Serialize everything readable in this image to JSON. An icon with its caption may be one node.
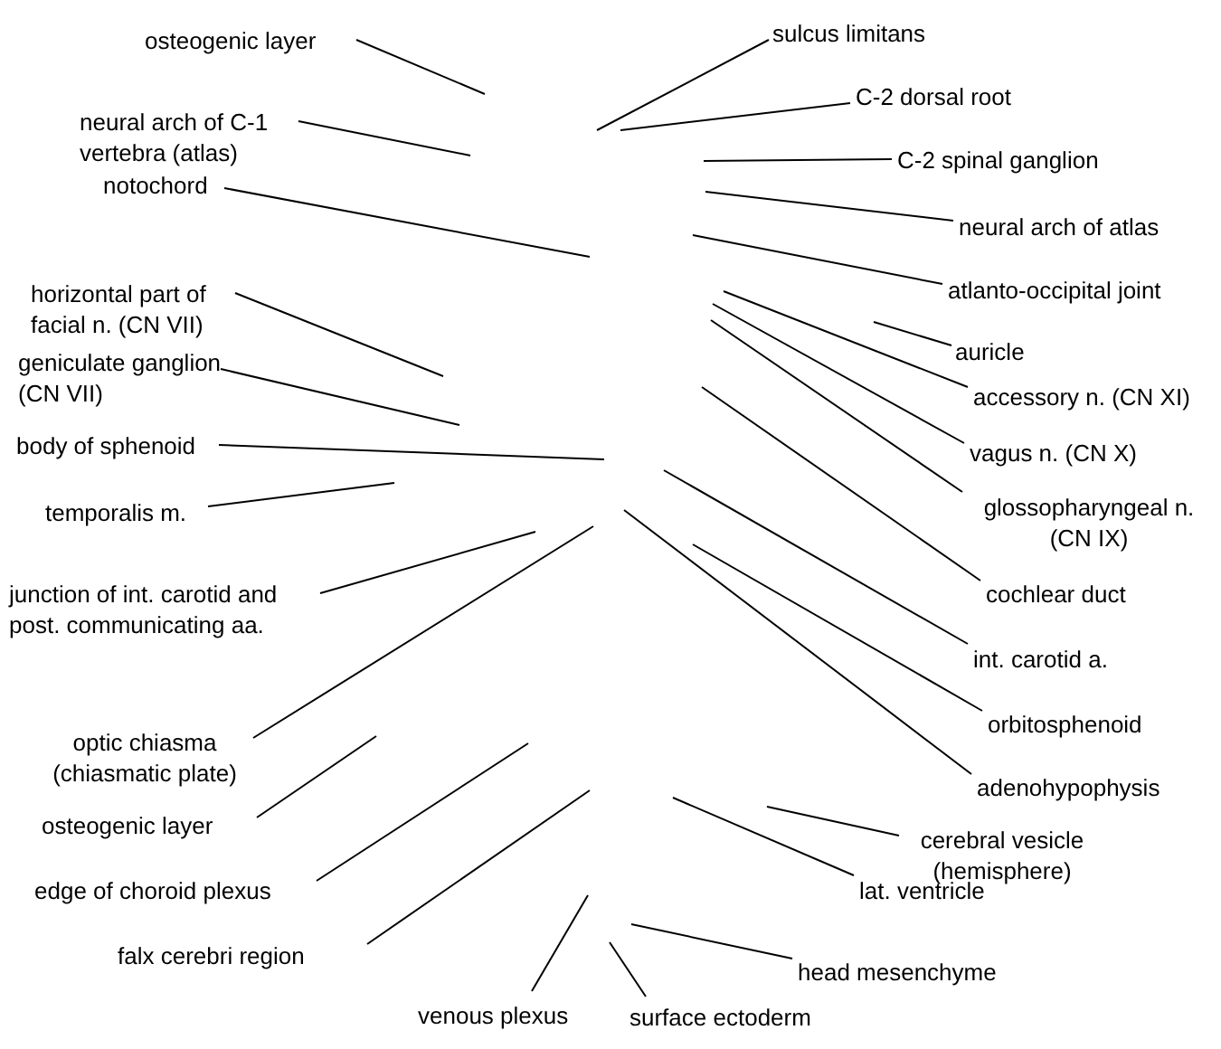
{
  "diagram": {
    "nodes": [
      {
        "text": [
          "osteogenic layer"
        ]
      },
      {
        "text": [
          "neural arch of C-1 vertebra (atlas)"
        ]
      },
      {
        "text": [
          "notochord"
        ]
      },
      {
        "text": [
          "horizontal part of facial n. (CN VII)"
        ]
      },
      {
        "text": [
          "geniculate ganglion (CN VII)"
        ]
      },
      {
        "text": [
          "body of sphenoid"
        ]
      },
      {
        "text": [
          "temporalis m."
        ]
      },
      {
        "text": [
          "junction of int. carotid and post. communicating aa."
        ]
      },
      {
        "text": [
          "optic chiasma (chiasmatic plate)"
        ]
      },
      {
        "text": [
          "osteogenic layer"
        ]
      },
      {
        "text": [
          "edge of choroid plexus"
        ]
      },
      {
        "text": [
          "falx cerebri region"
        ]
      },
      {
        "text": [
          "venous plexus"
        ]
      },
      {
        "text": [
          "sulcus limitans"
        ]
      },
      {
        "text": [
          "C-2 dorsal root"
        ]
      },
      {
        "text": [
          "C-2 spinal ganglion"
        ]
      },
      {
        "text": [
          "neural arch of atlas"
        ]
      },
      {
        "text": [
          "atlanto-occipital joint"
        ]
      },
      {
        "text": [
          "auricle"
        ]
      },
      {
        "text": [
          "accessory n. (CN XI)"
        ]
      },
      {
        "text": [
          "vagus n. (CN X)"
        ]
      },
      {
        "text": [
          "glossopharyngeal n. (CN IX)"
        ]
      },
      {
        "text": [
          "cochlear duct"
        ]
      },
      {
        "text": [
          "int. carotid a."
        ]
      },
      {
        "text": [
          "orbitosphenoid"
        ]
      },
      {
        "text": [
          "adenohypophysis"
        ]
      },
      {
        "text": [
          "cerebral vesicle (hemisphere)"
        ]
      },
      {
        "text": [
          "lat. ventricle"
        ]
      },
      {
        "text": [
          "head mesenchyme"
        ]
      },
      {
        "text": [
          "surface ectoderm"
        ]
      }
    ],
    "edges": [
      {
        "from": 0,
        "to": null,
        "arrow": "none"
      },
      {
        "from": 1,
        "to": null,
        "arrow": "none"
      },
      {
        "from": 2,
        "to": null,
        "arrow": "none"
      },
      {
        "from": 3,
        "to": null,
        "arrow": "none"
      },
      {
        "from": 4,
        "to": null,
        "arrow": "none"
      },
      {
        "from": 5,
        "to": null,
        "arrow": "none"
      },
      {
        "from": 6,
        "to": null,
        "arrow": "none"
      },
      {
        "from": 7,
        "to": null,
        "arrow": "none"
      },
      {
        "from": 8,
        "to": null,
        "arrow": "none"
      },
      {
        "from": 9,
        "to": null,
        "arrow": "none"
      },
      {
        "from": 10,
        "to": null,
        "arrow": "none"
      },
      {
        "from": 11,
        "to": null,
        "arrow": "none"
      },
      {
        "from": 12,
        "to": null,
        "arrow": "none"
      },
      {
        "from": 13,
        "to": null,
        "arrow": "none"
      },
      {
        "from": 14,
        "to": null,
        "arrow": "none"
      },
      {
        "from": 15,
        "to": null,
        "arrow": "none"
      },
      {
        "from": 16,
        "to": null,
        "arrow": "none"
      },
      {
        "from": 17,
        "to": null,
        "arrow": "none"
      },
      {
        "from": 18,
        "to": null,
        "arrow": "none"
      },
      {
        "from": 19,
        "to": null,
        "arrow": "none"
      },
      {
        "from": 20,
        "to": null,
        "arrow": "none"
      },
      {
        "from": 21,
        "to": null,
        "arrow": "none"
      },
      {
        "from": 22,
        "to": null,
        "arrow": "none"
      },
      {
        "from": 23,
        "to": null,
        "arrow": "none"
      },
      {
        "from": 24,
        "to": null,
        "arrow": "none"
      },
      {
        "from": 25,
        "to": null,
        "arrow": "none"
      },
      {
        "from": 26,
        "to": null,
        "arrow": "none"
      },
      {
        "from": 27,
        "to": null,
        "arrow": "none"
      },
      {
        "from": 28,
        "to": null,
        "arrow": "none"
      },
      {
        "from": 29,
        "to": null,
        "arrow": "none"
      }
    ]
  }
}
